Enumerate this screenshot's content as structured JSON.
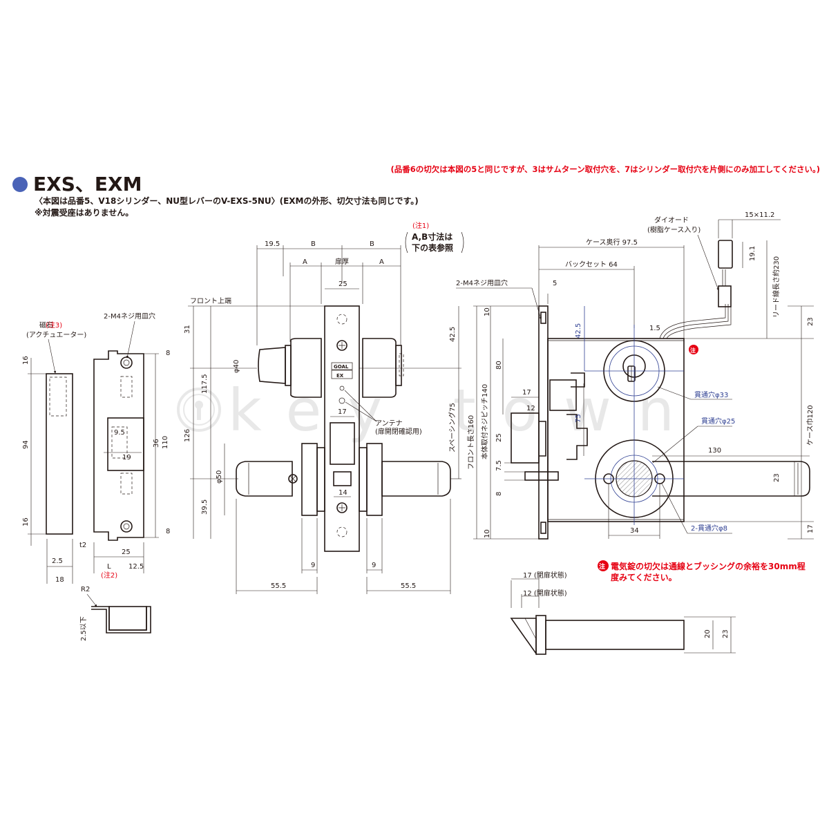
{
  "header": {
    "title": "EXS、EXM",
    "subtitle": "〈本図は品番5、V18シリンダー、NU型レバーのV-EXS-5NU〉(EXMの外形、切欠寸法も同じです。)",
    "note": "※対震受座はありません。",
    "top_red_note": "(品番6の切欠は本図の5と同じですが、3はサムターン取付穴を、7はシリンダー取付穴を片側にのみ加工してください。)",
    "bullet_color": "#4a63b7"
  },
  "watermark": {
    "text": "key town",
    "logo_icon": "key-town-logo-icon"
  },
  "colors": {
    "line": "#231815",
    "accent_blue": "#2e3f92",
    "note_red": "#e60012"
  },
  "strike": {
    "magnet_label": "磁石",
    "magnet_note_ref": "(注3)",
    "actuator_label": "(アクチュエーター)",
    "screw_label": "2-M4ネジ用皿穴",
    "dims": {
      "d16a": "16",
      "d94": "94",
      "d16b": "16",
      "d8a": "8",
      "d110": "110",
      "d8b": "8",
      "d36": "36",
      "d9_5": "9.5",
      "d19": "19",
      "d2_5": "2.5",
      "d18": "18",
      "d25": "25",
      "dL": "L",
      "d12_5": "12.5",
      "dt2": "t2"
    },
    "note2": "(注2)",
    "detail": {
      "r2": "R2",
      "limit": "2.5以下"
    }
  },
  "front": {
    "front_top_label": "フロント上端",
    "note1_ref": "(注1)",
    "note1_text_a": "A,B寸法は",
    "note1_text_b": "下の表参照",
    "brand": "GOAL",
    "model_mark": "EX",
    "antenna_label": "アンテナ",
    "antenna_sub": "(扉開閉確認用)",
    "spacing_label": "スペーシング75",
    "dims": {
      "d19_5": "19.5",
      "dB1": "B",
      "dB2": "B",
      "dA1": "A",
      "door_thickness": "扉厚",
      "dA2": "A",
      "d25": "25",
      "d31": "31",
      "d117_5": "117.5",
      "d126": "126",
      "d39_5": "39.5",
      "phi40": "φ40",
      "phi50": "φ50",
      "d42_5": "42.5",
      "d17": "17",
      "d14": "14",
      "d9a": "9",
      "d9b": "9",
      "d55_5a": "55.5",
      "d55_5b": "55.5"
    }
  },
  "side": {
    "screw_label": "2-M4ネジ用皿穴",
    "case_depth": "ケース奥行 97.5",
    "backset": "バックセット 64",
    "diode_label": "ダイオード",
    "diode_sub": "(樹脂ケース入り)",
    "lead_label": "リード線長さ約230",
    "front_len": "フロント長さ160",
    "screw_pitch": "本体取付ネジピッチ140",
    "case_width": "ケース巾120",
    "hole33": "貫通穴φ33",
    "hole25": "貫通穴φ25",
    "hole8": "2-貫通穴φ8",
    "note_mark": "注",
    "dims": {
      "d15x11_2": "15×11.2",
      "d19_1": "19.1",
      "d5": "5",
      "d10a": "10",
      "d10b": "10",
      "d1_5": "1.5",
      "d42_5": "42.5",
      "d23a": "23",
      "d80": "80",
      "d17a": "17",
      "d12": "12",
      "d75": "75",
      "d25": "25",
      "d7_5": "7.5",
      "d8": "8",
      "d130": "130",
      "d23b": "23",
      "d34": "34",
      "d17b": "17"
    }
  },
  "bottom_note": {
    "mark": "注",
    "text_a": "電気錠の切欠は通線とブッシングの余裕を30mm程",
    "text_b": "度みてください。"
  },
  "latch_detail": {
    "closed_label": "17 (閉扉状態)",
    "open_label": "12 (開扉状態)",
    "d20": "20",
    "d23": "23"
  }
}
